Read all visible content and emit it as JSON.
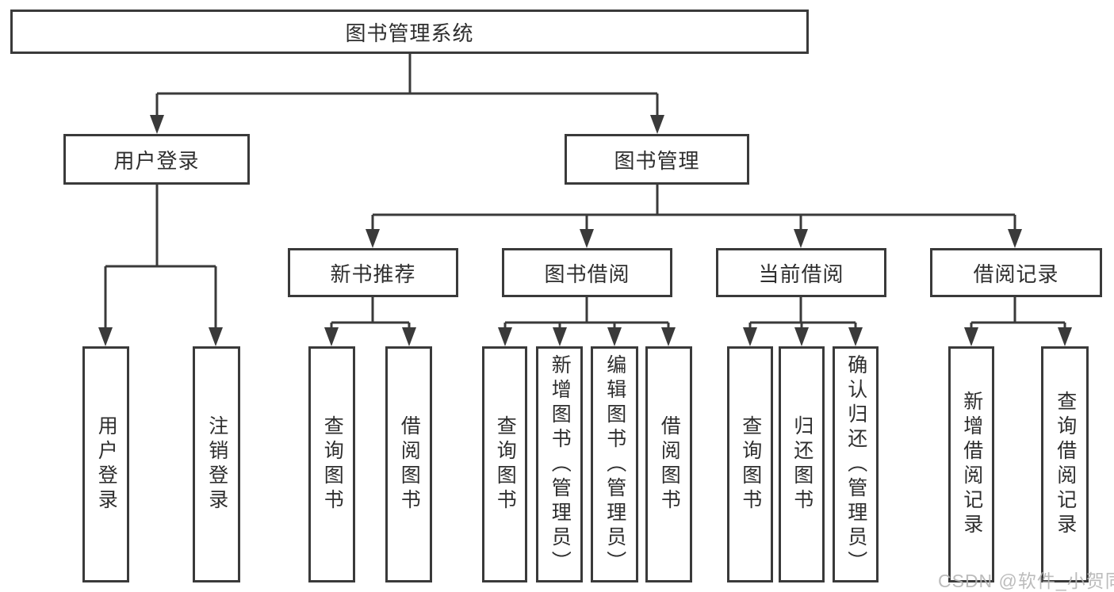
{
  "page": {
    "background": "#ffffff"
  },
  "diagram": {
    "type": "tree",
    "title": "图书管理系统",
    "line_color": "#3a3a3a",
    "text_color": "#2e2e2e",
    "watermark": "CSDN @软件_小贺同学",
    "watermark_color": "#b5b5b5",
    "nodes": {
      "root": {
        "label": "图书管理系统",
        "children": [
          "user_login",
          "book_mgmt"
        ]
      },
      "user_login": {
        "label": "用户登录",
        "children": [
          "ul_login",
          "ul_logout"
        ]
      },
      "book_mgmt": {
        "label": "图书管理",
        "children": [
          "new_book_rec",
          "book_borrow",
          "current_borrow",
          "borrow_record"
        ]
      },
      "new_book_rec": {
        "label": "新书推荐",
        "children": [
          "nb_query",
          "nb_borrow"
        ]
      },
      "book_borrow": {
        "label": "图书借阅",
        "children": [
          "bb_query",
          "bb_add",
          "bb_edit",
          "bb_borrow"
        ]
      },
      "current_borrow": {
        "label": "当前借阅",
        "children": [
          "cb_query",
          "cb_return",
          "cb_confirm"
        ]
      },
      "borrow_record": {
        "label": "借阅记录",
        "children": [
          "br_add",
          "br_query"
        ]
      },
      "ul_login": {
        "label": "用户登录"
      },
      "ul_logout": {
        "label": "注销登录"
      },
      "nb_query": {
        "label": "查询图书"
      },
      "nb_borrow": {
        "label": "借阅图书"
      },
      "bb_query": {
        "label": "查询图书"
      },
      "bb_add": {
        "label": "新增图书（管理员）"
      },
      "bb_edit": {
        "label": "编辑图书（管理员）"
      },
      "bb_borrow": {
        "label": "借阅图书"
      },
      "cb_query": {
        "label": "查询图书"
      },
      "cb_return": {
        "label": "归还图书"
      },
      "cb_confirm": {
        "label": "确认归还（管理员）"
      },
      "br_add": {
        "label": "新增借阅记录"
      },
      "br_query": {
        "label": "查询借阅记录"
      }
    }
  }
}
